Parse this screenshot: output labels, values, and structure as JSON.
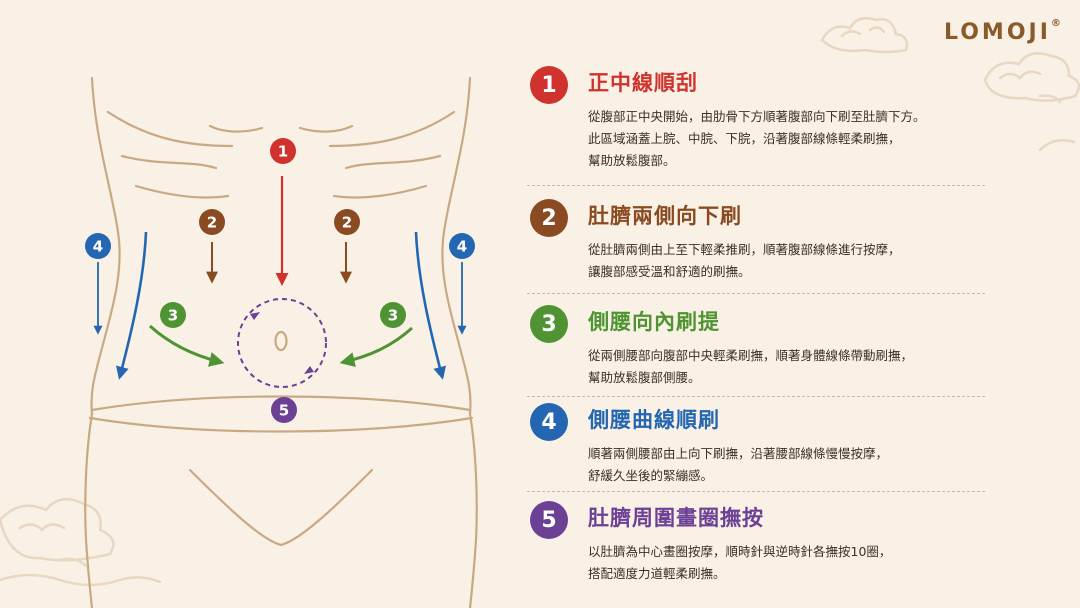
{
  "brand": {
    "name": "LOMOJI",
    "mark": "®"
  },
  "steps": [
    {
      "num": "1",
      "title": "正中線順刮",
      "lines": [
        "從腹部正中央開始，由肋骨下方順著腹部向下刷至肚臍下方。",
        "此區域涵蓋上脘、中脘、下脘，沿著腹部線條輕柔刷撫，",
        "幫助放鬆腹部。"
      ]
    },
    {
      "num": "2",
      "title": "肚臍兩側向下刷",
      "lines": [
        "從肚臍兩側由上至下輕柔推刷，順著腹部線條進行按摩，",
        "讓腹部感受溫和舒適的刷撫。"
      ]
    },
    {
      "num": "3",
      "title": "側腰向內刷提",
      "lines": [
        "從兩側腰部向腹部中央輕柔刷撫，順著身體線條帶動刷撫，",
        "幫助放鬆腹部側腰。"
      ]
    },
    {
      "num": "4",
      "title": "側腰曲線順刷",
      "lines": [
        "順著兩側腰部由上向下刷撫，沿著腰部線條慢慢按摩，",
        "舒緩久坐後的緊繃感。"
      ]
    },
    {
      "num": "5",
      "title": "肚臍周圍畫圈撫按",
      "lines": [
        "以肚臍為中心畫圈按摩，順時針與逆時針各撫按10圈，",
        "搭配適度力道輕柔刷撫。"
      ]
    }
  ],
  "diagram": {
    "markers": [
      "1",
      "2",
      "2",
      "3",
      "3",
      "4",
      "4",
      "5"
    ]
  },
  "colors": {
    "step1": "#d0332d",
    "step2": "#8a4b22",
    "step3": "#4f9332",
    "step4": "#2466b1",
    "step5": "#6c4095",
    "background": "#f9f1e5",
    "outline": "#c9a983"
  }
}
